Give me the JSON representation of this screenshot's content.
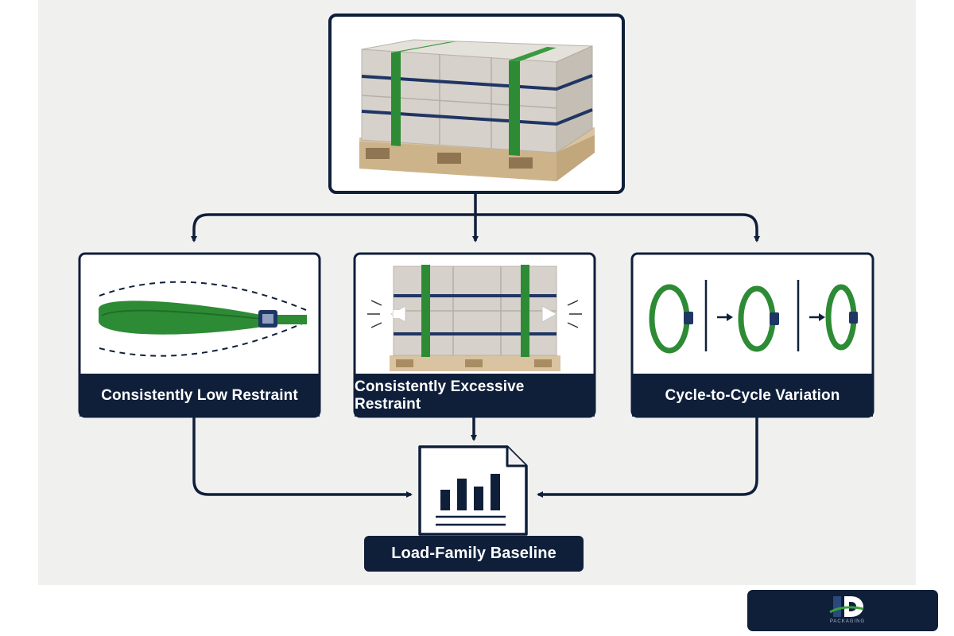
{
  "nodes": {
    "top": {
      "icon": "strapped-pallet-icon"
    },
    "low": {
      "label": "Consistently Low Restraint",
      "icon": "loose-strap-icon"
    },
    "excessive": {
      "label": "Consistently Excessive Restraint",
      "icon": "compressed-pallet-icon"
    },
    "variation": {
      "label": "Cycle-to-Cycle Variation",
      "icon": "strap-loops-sequence-icon"
    },
    "baseline": {
      "label": "Load-Family Baseline",
      "icon": "bar-chart-document-icon"
    }
  },
  "logo": {
    "text": "PACKAGING",
    "icon": "company-logo-icon"
  },
  "colors": {
    "navy": "#0f1f3a",
    "strap_green": "#2e8b35",
    "box_gray": "#d6d1ca",
    "pallet_wood": "#d9c3a0",
    "background": "#f0f0ef"
  }
}
